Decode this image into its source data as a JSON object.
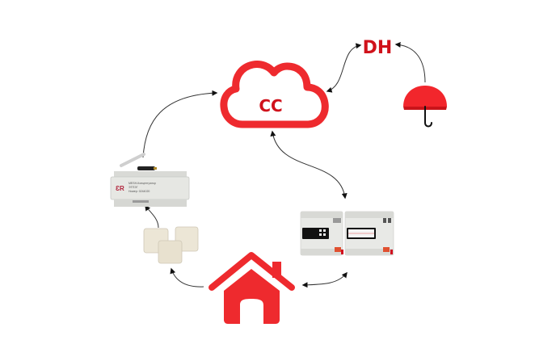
{
  "diagram": {
    "nodes": {
      "cloud": {
        "label": "CC",
        "kind": "cloud"
      },
      "dh": {
        "label": "DH",
        "kind": "text-node"
      },
      "umbrella": {
        "kind": "umbrella"
      },
      "concentrator": {
        "kind": "gateway-device",
        "brand_mark": "ƐR",
        "text_lines": [
          "MESH-Концентратор",
          "ЭТПЭГ",
          "Номер: 0244020"
        ]
      },
      "sensors": {
        "kind": "sensor-group",
        "count": 3
      },
      "home": {
        "kind": "home"
      },
      "controller": {
        "kind": "plc-controller"
      }
    },
    "edges": [
      {
        "from": "concentrator",
        "to": "cloud",
        "direction": "to"
      },
      {
        "from": "cloud",
        "to": "dh",
        "direction": "both"
      },
      {
        "from": "umbrella",
        "to": "dh",
        "direction": "to"
      },
      {
        "from": "cloud",
        "to": "controller",
        "direction": "both"
      },
      {
        "from": "controller",
        "to": "home",
        "direction": "both"
      },
      {
        "from": "home",
        "to": "sensors",
        "direction": "to"
      },
      {
        "from": "sensors",
        "to": "concentrator",
        "direction": "to"
      }
    ]
  },
  "colors": {
    "accent_red": "#ee2a2e",
    "label_red": "#d0121b",
    "umbrella_red": "#f2262c",
    "arrow": "#222222",
    "device_body": "#e6e7e3",
    "sensor_beige": "#ece6d6"
  }
}
